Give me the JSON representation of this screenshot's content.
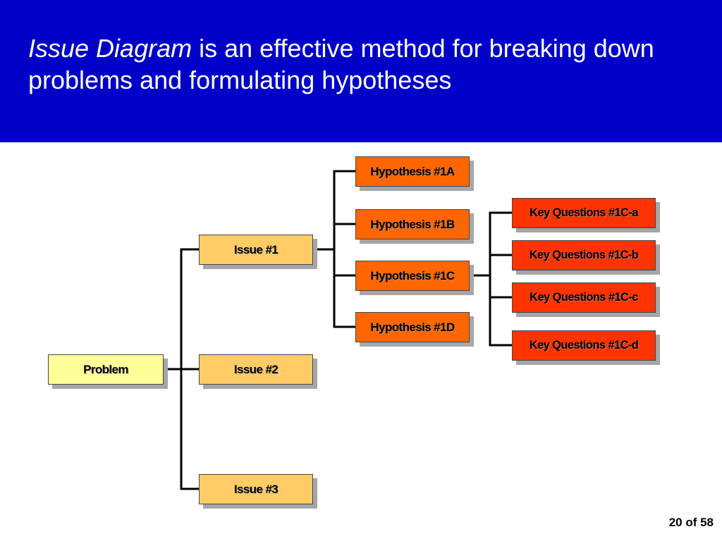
{
  "header": {
    "title_emphasis": "Issue Diagram",
    "title_rest": " is an effective method for breaking down problems and formulating hypotheses"
  },
  "diagram": {
    "root": "Problem",
    "issues": [
      "Issue #1",
      "Issue #2",
      "Issue #3"
    ],
    "hypotheses": [
      "Hypothesis #1A",
      "Hypothesis #1B",
      "Hypothesis #1C",
      "Hypothesis #1D"
    ],
    "key_questions": [
      "Key Questions  #1C-a",
      "Key Questions  #1C-b",
      "Key Questions  #1C-c",
      "Key Questions  #1C-d"
    ]
  },
  "footer": {
    "page_indicator": "20 of 58"
  },
  "colors": {
    "header_bg": "#0000c8",
    "problem": "#ffff99",
    "issue": "#ffcc66",
    "hypothesis": "#ff6600",
    "key_question": "#ff3300"
  }
}
